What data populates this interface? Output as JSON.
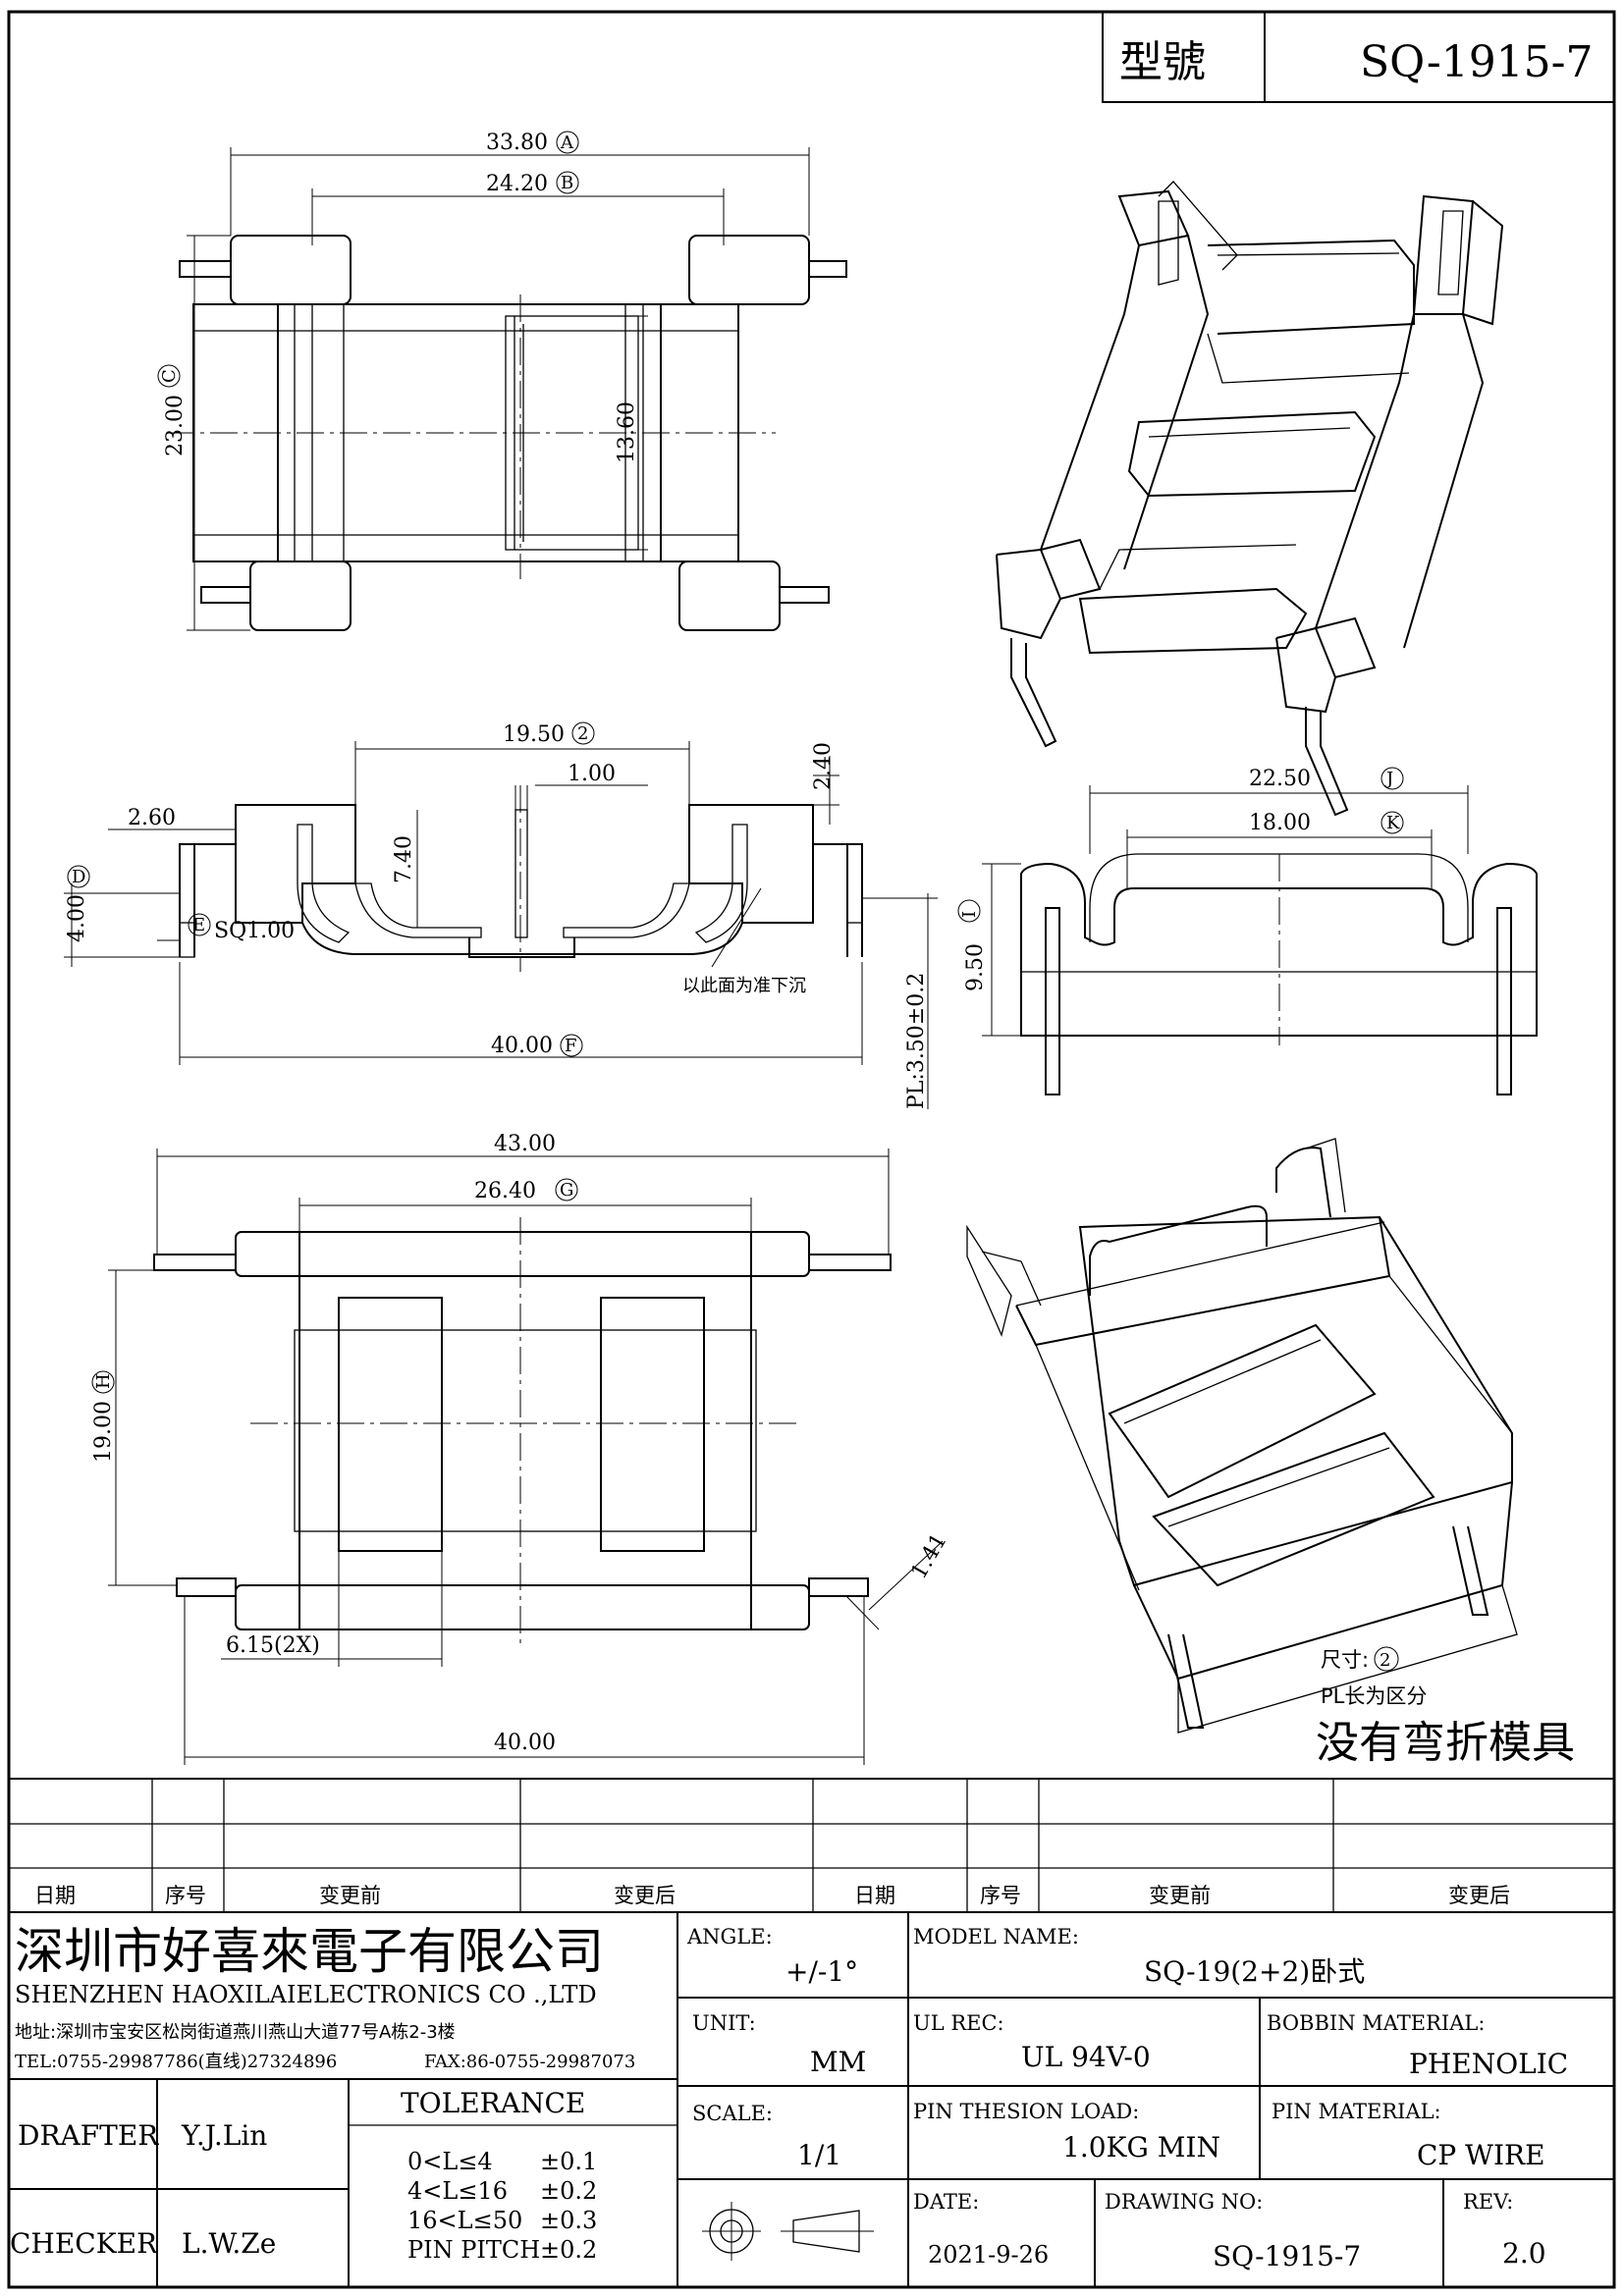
{
  "title_block": {
    "model_label": "型號",
    "model_value": "SQ-1915-7"
  },
  "dimensions": {
    "top_view": {
      "d_a": "33.80",
      "tag_a": "A",
      "d_b": "24.20",
      "tag_b": "B",
      "d_c": "23.00",
      "tag_c": "C",
      "d_136": "13.60"
    },
    "front_view": {
      "d_195": "19.50",
      "tag_2": "2",
      "d_100": "1.00",
      "d_240": "2.40",
      "d_260": "2.60",
      "d_740": "7.40",
      "tag_d": "D",
      "d_400": "4.00",
      "tag_e": "E",
      "d_sq": "SQ1.00",
      "d_40f": "40.00",
      "tag_f": "F",
      "note_plane": "以此面为准下沉",
      "d_pl": "PL:3.50±0.2"
    },
    "side_view": {
      "d_225": "22.50",
      "tag_j": "J",
      "d_180": "18.00",
      "tag_k": "K",
      "d_950": "9.50",
      "tag_i": "I"
    },
    "bottom_view": {
      "d_430": "43.00",
      "d_264": "26.40",
      "tag_g": "G",
      "d_190": "19.00",
      "tag_h": "H",
      "d_141": "1.41",
      "d_615": "6.15(2X)",
      "d_400b": "40.00"
    },
    "notes": {
      "size_label": "尺寸:",
      "size_tag": "2",
      "pl_note": "PL长为区分",
      "no_bend": "没有弯折模具"
    }
  },
  "revision_table": {
    "headers": [
      "日期",
      "序号",
      "变更前",
      "变更后",
      "日期",
      "序号",
      "变更前",
      "变更后"
    ]
  },
  "company": {
    "name_cn": "深圳市好喜來電子有限公司",
    "name_en": "SHENZHEN HAOXILAIELECTRONICS CO .,LTD",
    "address": "地址:深圳市宝安区松岗街道燕川燕山大道77号A栋2-3楼",
    "tel": "TEL:0755-29987786(直线)27324896",
    "fax": "FAX:86-0755-29987073"
  },
  "people": {
    "drafter_label": "DRAFTER",
    "drafter": "Y.J.Lin",
    "checker_label": "CHECKER",
    "checker": "L.W.Ze"
  },
  "tolerance": {
    "label": "TOLERANCE",
    "rows": [
      {
        "range": "0<L≤4",
        "value": "±0.1"
      },
      {
        "range": "4<L≤16",
        "value": "±0.2"
      },
      {
        "range": "16<L≤50",
        "value": "±0.3"
      },
      {
        "range": "PIN PITCH",
        "value": "±0.2"
      }
    ]
  },
  "specs": {
    "angle_label": "ANGLE:",
    "angle": "+/-1°",
    "unit_label": "UNIT:",
    "unit": "MM",
    "scale_label": "SCALE:",
    "scale": "1/1",
    "model_name_label": "MODEL NAME:",
    "model_name": "SQ-19(2+2)卧式",
    "ul_label": "UL REC:",
    "ul": "UL 94V-0",
    "bobbin_label": "BOBBIN MATERIAL:",
    "bobbin": "PHENOLIC",
    "pin_load_label": "PIN THESION LOAD:",
    "pin_load": "1.0KG MIN",
    "pin_mat_label": "PIN MATERIAL:",
    "pin_mat": "CP  WIRE",
    "date_label": "DATE:",
    "date": "2021-9-26",
    "drawing_no_label": "DRAWING NO:",
    "drawing_no": "SQ-1915-7",
    "rev_label": "REV:",
    "rev": "2.0"
  }
}
